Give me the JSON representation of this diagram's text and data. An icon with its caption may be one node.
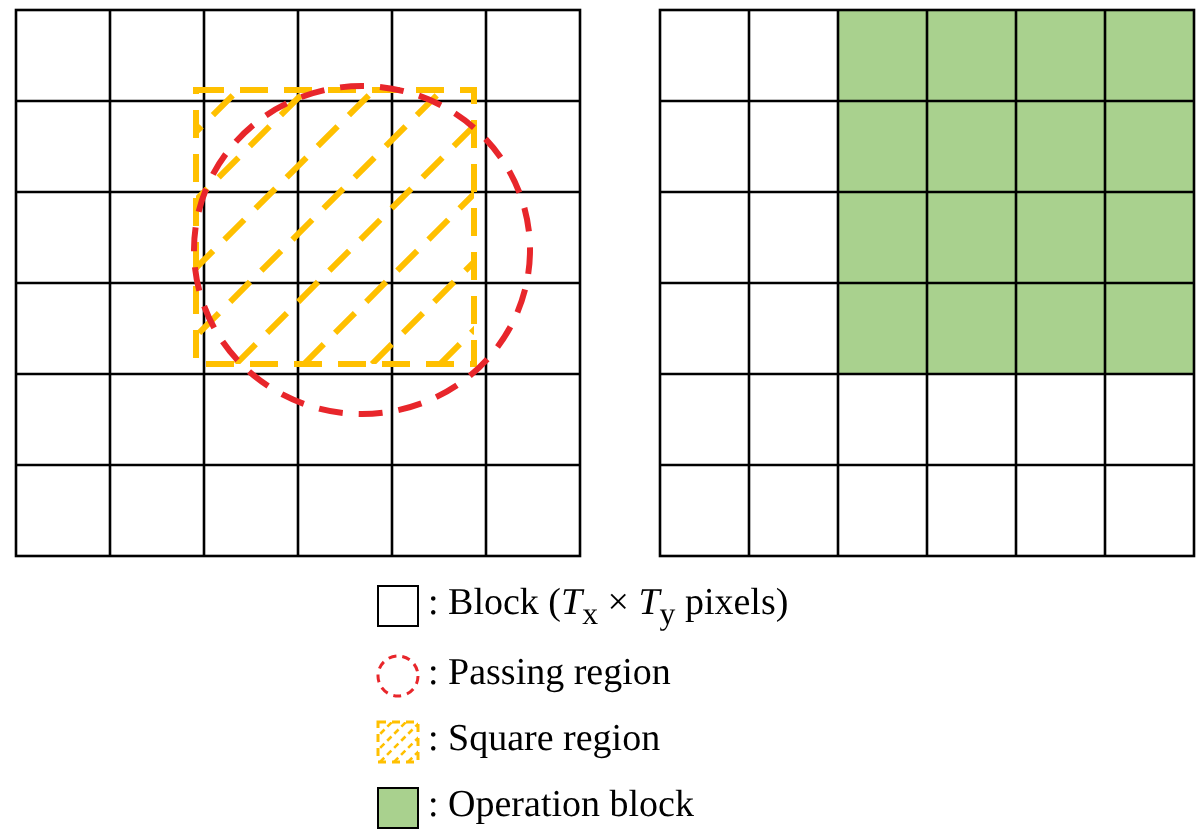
{
  "diagram": {
    "legend": [
      {
        "text": ": Block (*T*$_{x}$ × *T*$_{y}$ pixels)"
      },
      {
        "text": ": Passing region"
      },
      {
        "text": ": Square region"
      },
      {
        "text": ": Operation block",
        "color": "#a9d18e"
      }
    ]
  }
}
